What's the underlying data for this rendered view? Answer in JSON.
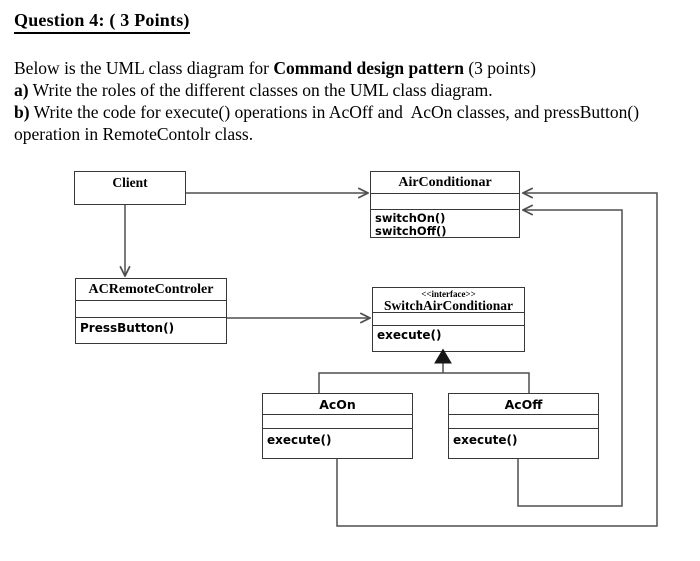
{
  "header": {
    "title": "Question 4:  ( 3 Points)"
  },
  "question": {
    "intro_pre": "Below is the UML class diagram for ",
    "intro_bold": "Command design pattern",
    "intro_post": " (3 points)",
    "item_a_label": "a)",
    "item_a_text": " Write the roles of the different classes on the UML class diagram.",
    "item_b_label": "b)",
    "item_b_line1": " Write the code for execute() operations in AcOff and  AcOn classes, and pressButton()",
    "item_b_line2": "operation in RemoteContolr class."
  },
  "diagram": {
    "classes": {
      "client": {
        "name": "Client"
      },
      "air_conditioner": {
        "name": "AirConditionar",
        "operations": [
          "switchOn()",
          "switchOff()"
        ]
      },
      "remote": {
        "name": "ACRemoteControler",
        "operations": [
          "PressButton()"
        ]
      },
      "switch_interface": {
        "stereotype": "<<interface>>",
        "name": "SwitchAirConditionar",
        "operations": [
          "execute()"
        ]
      },
      "ac_on": {
        "name": "AcOn",
        "operations": [
          "execute()"
        ]
      },
      "ac_off": {
        "name": "AcOff",
        "operations": [
          "execute()"
        ]
      }
    },
    "colors": {
      "line": "#4f4f4f",
      "border": "#383838",
      "text": "#000000"
    }
  }
}
